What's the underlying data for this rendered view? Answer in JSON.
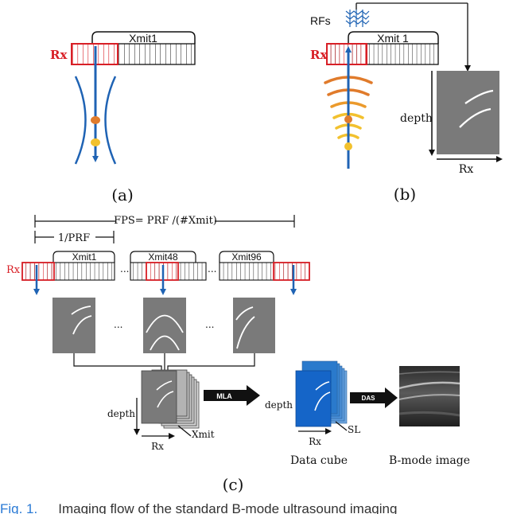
{
  "panel_a": {
    "xmit_label": "Xmit1",
    "rx_label": "Rx",
    "caption": "(a)"
  },
  "panel_b": {
    "rfs_label": "RFs",
    "xmit_label": "Xmit 1",
    "rx_label": "Rx",
    "depth_label": "depth",
    "bottom_rx_label": "Rx",
    "caption": "(b)"
  },
  "panel_c": {
    "fps_label": "FPS= PRF /(#Xmit)",
    "prf_label": "1/PRF",
    "rx_label": "Rx",
    "xmit_labels": [
      "Xmit1",
      "Xmit48",
      "Xmit96"
    ],
    "ellipsis": "...",
    "depth_label_left": "depth",
    "stack_rx_label": "Rx",
    "stack_xmit_label": "Xmit",
    "mla_label": "MLA",
    "depth_label_cube": "depth",
    "cube_rx_label": "Rx",
    "cube_sl_label": "SL",
    "cube_caption": "Data cube",
    "das_label": "DAS",
    "bmode_caption": "B-mode image",
    "caption": "(c)"
  },
  "figure_caption": {
    "tag": "Fig. 1.",
    "text": "Imaging flow of the standard B-mode ultrasound imaging"
  },
  "colors": {
    "red": "#d81f26",
    "blue": "#1f63b4",
    "gray": "#7a7a7a",
    "orange": "#e07b2b",
    "yellow": "#f2c12e",
    "cube_blue": "#1565c8"
  }
}
